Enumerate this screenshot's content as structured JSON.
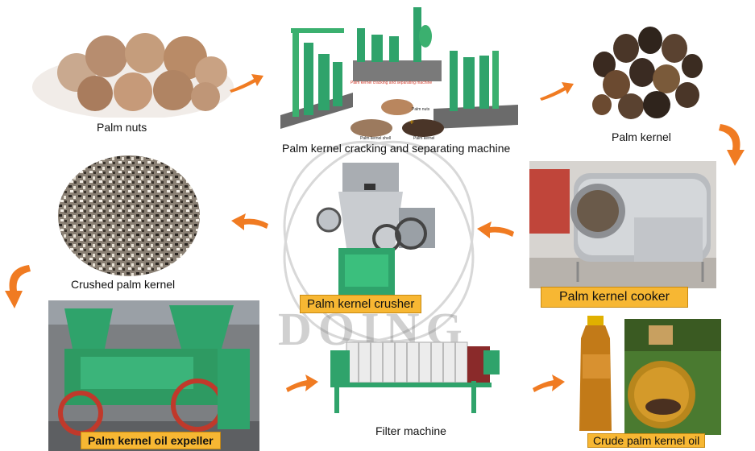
{
  "watermark": "DOING",
  "steps": {
    "palm_nuts": "Palm nuts",
    "cracking_machine": "Palm kernel cracking and separating machine",
    "palm_kernel": "Palm kernel",
    "crushed_kernel": "Crushed palm kernel",
    "crusher": "Palm kernel crusher",
    "cooker": "Palm kernel cooker",
    "expeller": "Palm kernel oil expeller",
    "filter": "Filter machine",
    "crude_oil": "Crude palm kernel oil"
  },
  "inset": {
    "banner": "Palm kernel cracking and separating machine",
    "nuts": "Palm nuts",
    "shell": "Palm kernel shell",
    "kernel": "Palm kernel"
  },
  "colors": {
    "arrow": "#f07b22",
    "tag": "#f7b733",
    "machine_green": "#2fa36b",
    "steel": "#c9ccd0"
  }
}
